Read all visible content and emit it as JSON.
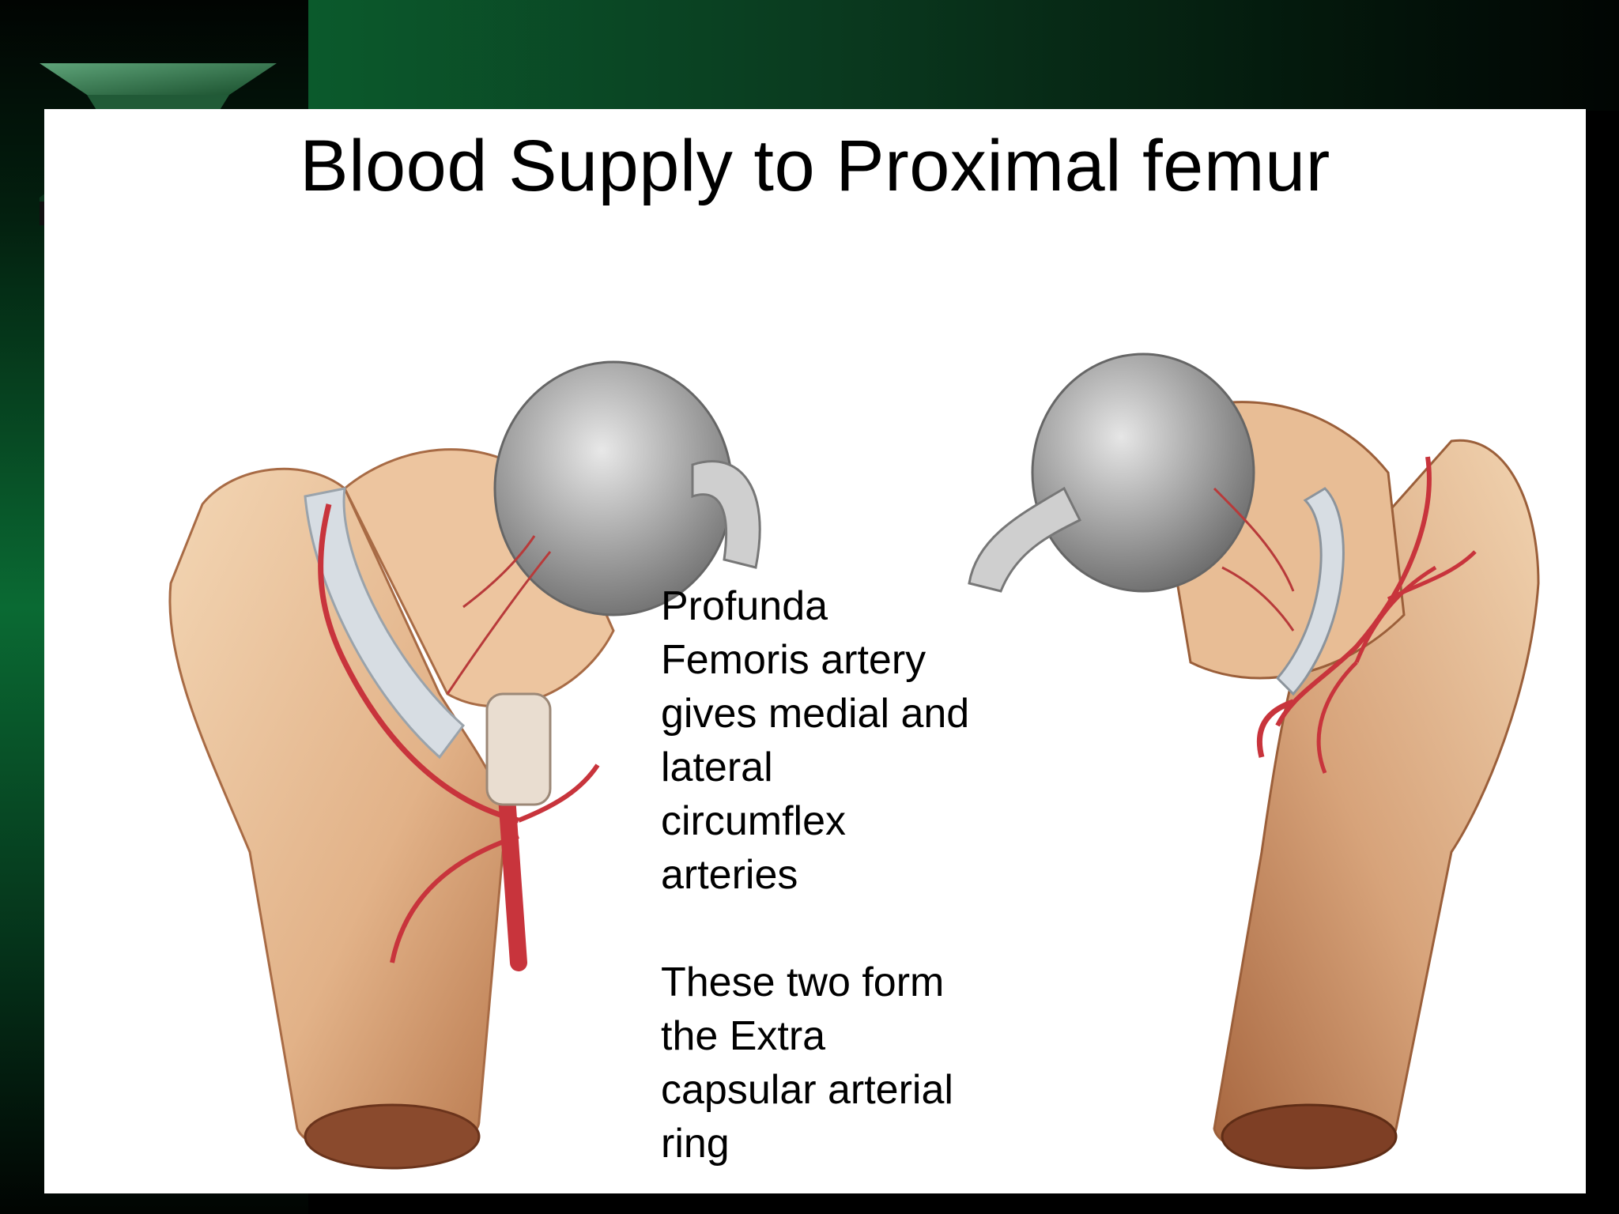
{
  "slide": {
    "title": "Blood Supply to Proximal femur",
    "caption": {
      "paragraph_1": [
        "Profunda",
        "Femoris artery",
        "gives medial and",
        "lateral",
        "circumflex",
        "arteries"
      ],
      "paragraph_2": [
        "These two form",
        "the Extra",
        "capsular arterial",
        "ring"
      ]
    }
  },
  "colors": {
    "background_dark": "#000000",
    "accent_green": "#0a6a33",
    "panel": "#ffffff",
    "bone": "#e8c29a",
    "artery": "#c8343c",
    "cartilage": "#a9a9a9"
  },
  "images": {
    "left": "proximal-femur-anterior-illustration",
    "right": "proximal-femur-posterior-illustration",
    "logo": "green-pyramid-logo"
  }
}
